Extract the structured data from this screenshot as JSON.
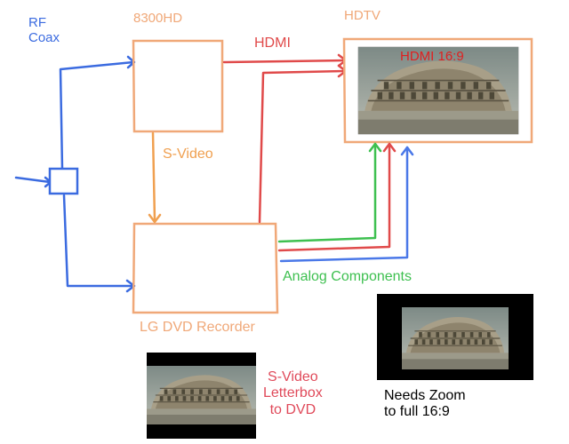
{
  "labels": {
    "rf_coax": "RF\nCoax",
    "stb": "8300HD",
    "hdtv": "HDTV",
    "hdmi_cable": "HDMI",
    "screen_hdmi": "HDMI 16:9",
    "svideo_cable": "S-Video",
    "dvd_recorder": "LG DVD Recorder",
    "analog": "Analog Components",
    "svideo_note": "S-Video\nLetterbox\nto DVD",
    "zoom_note": "Needs Zoom\nto full 16:9"
  },
  "colors": {
    "rf": "#3b6be0",
    "device": "#f0a878",
    "hdmi": "#e04a4a",
    "svideo": "#f0a050",
    "component_green": "#3ec050",
    "component_red": "#e04a4a",
    "component_blue": "#4a78e8",
    "svideo_note": "#e04a5a",
    "zoom_note": "#000000"
  },
  "icons": {
    "splitter": "splitter-box-icon",
    "colosseum": "colosseum-image"
  }
}
